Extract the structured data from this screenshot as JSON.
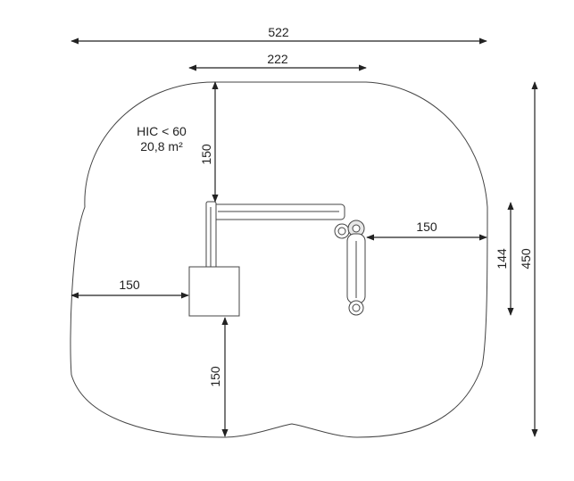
{
  "diagram": {
    "safety_zone": {
      "hic_label": "HIC < 60",
      "area_label": "20,8 m²"
    },
    "dimensions": {
      "overall_width": "522",
      "beam_length": "222",
      "top_clearance": "150",
      "right_clearance": "150",
      "left_clearance": "150",
      "bottom_clearance": "150",
      "hanger_length": "144",
      "overall_height": "450"
    },
    "colors": {
      "line": "#222222",
      "outline": "#444444",
      "fill": "#e8e8e8"
    }
  }
}
